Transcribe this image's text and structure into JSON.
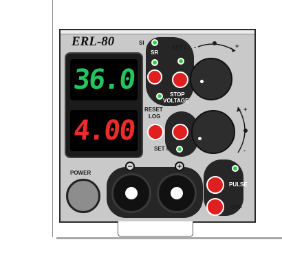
{
  "device": {
    "model": "ERL-80",
    "displays": {
      "voltage": "36.0",
      "current": "4.00",
      "voltage_color": "#22c55e",
      "current_color": "#ef2b2b"
    },
    "labels": {
      "si": "SI",
      "sr": "SR",
      "set_i": "SET I",
      "set_ii": "SET II",
      "stop": "STOP",
      "voltage": "VOLTAGE",
      "reset": "RESET",
      "log": "LOG",
      "power": "POWER",
      "pulse": "PULSE",
      "off": "OFF",
      "minus": "-",
      "plus": "+",
      "neg_terminal": "−",
      "pos_terminal": "+"
    },
    "colors": {
      "panel": "#c9c9c9",
      "button_red": "#e02020",
      "led_green": "#2ecc40",
      "knob": "#2d2d2d",
      "dark": "#1f1f1f"
    }
  }
}
